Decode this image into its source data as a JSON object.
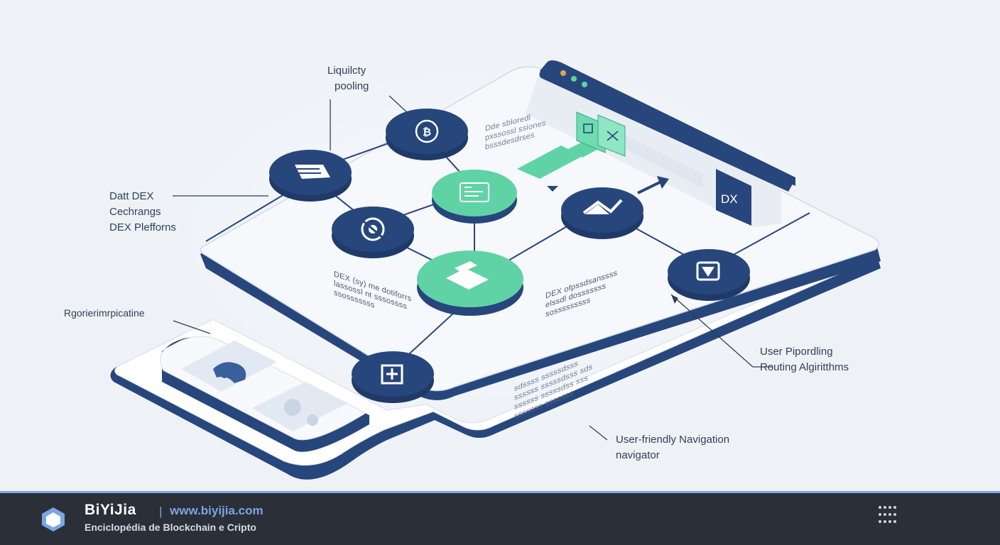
{
  "labels": {
    "liquidity": [
      "Liquilcty",
      "pooling"
    ],
    "dex_platforms": [
      "Datt DEX",
      "Cechrangs",
      "DEX Plefforns"
    ],
    "regional": "Rgorierimrpicatine",
    "user_routing": [
      "User Pipordling",
      "Routing Algiritthms"
    ],
    "navigation": [
      "User-friendly Navigation",
      "navigator"
    ],
    "screen_dx": "DX"
  },
  "blurred": {
    "top_note": [
      "Dde sbloredl",
      "pxssossl ssiones",
      "bsssdesdrses"
    ],
    "dex_left": [
      "DEX (sy) me dotiforrs",
      "lassossl nt sssossss",
      "ssosssssss"
    ],
    "dex_right": [
      "DEX ofpssdsanssss",
      "elssdl dosssssss",
      "sosssssssss"
    ],
    "bottom_mid": [
      "sdssss sssssdsss",
      "ssssss sssssdsss sds",
      "ssssss sssssdss sss",
      "sssssss sssssss"
    ]
  },
  "footer": {
    "brand": "BiYiJia",
    "separator": "|",
    "url": "www.biyijia.com",
    "tagline": "Enciclopédia de Blockchain e Cripto"
  },
  "colors": {
    "navy": "#27467c",
    "teal": "#5fd3a5",
    "background": "#eef2f7",
    "footer": "#2b2f38",
    "accent": "#7aa6e6"
  }
}
